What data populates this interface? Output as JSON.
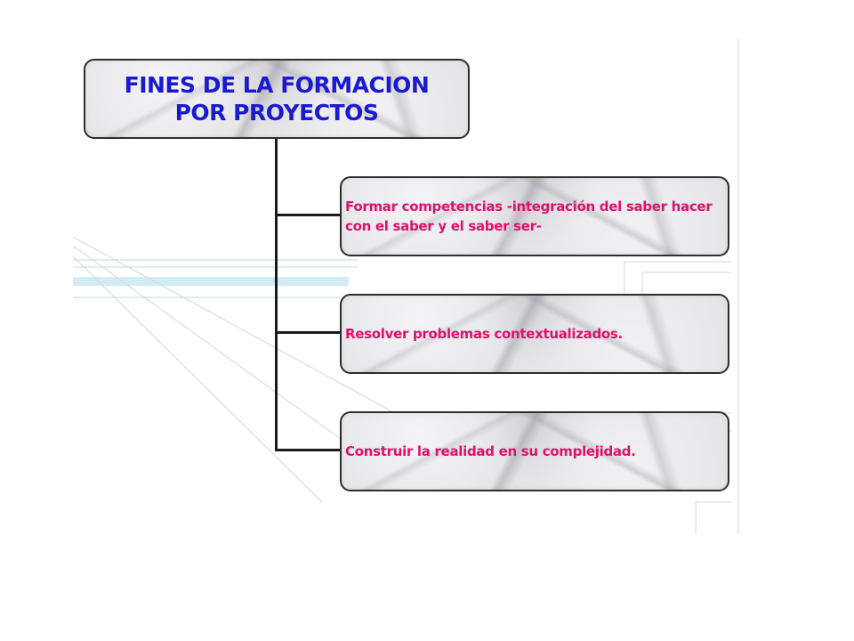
{
  "diagram": {
    "title_lines": [
      "FINES DE LA FORMACION",
      "POR PROYECTOS"
    ],
    "children": [
      "Formar competencias -integración del saber hacer con el saber y el saber ser-",
      "Resolver problemas contextualizados.",
      "Construir la realidad en su complejidad."
    ]
  },
  "colors": {
    "title_text": "#1a1ad0",
    "child_text": "#e0106a",
    "connector": "#1a1a1a",
    "node_border": "#2e2e2e"
  }
}
